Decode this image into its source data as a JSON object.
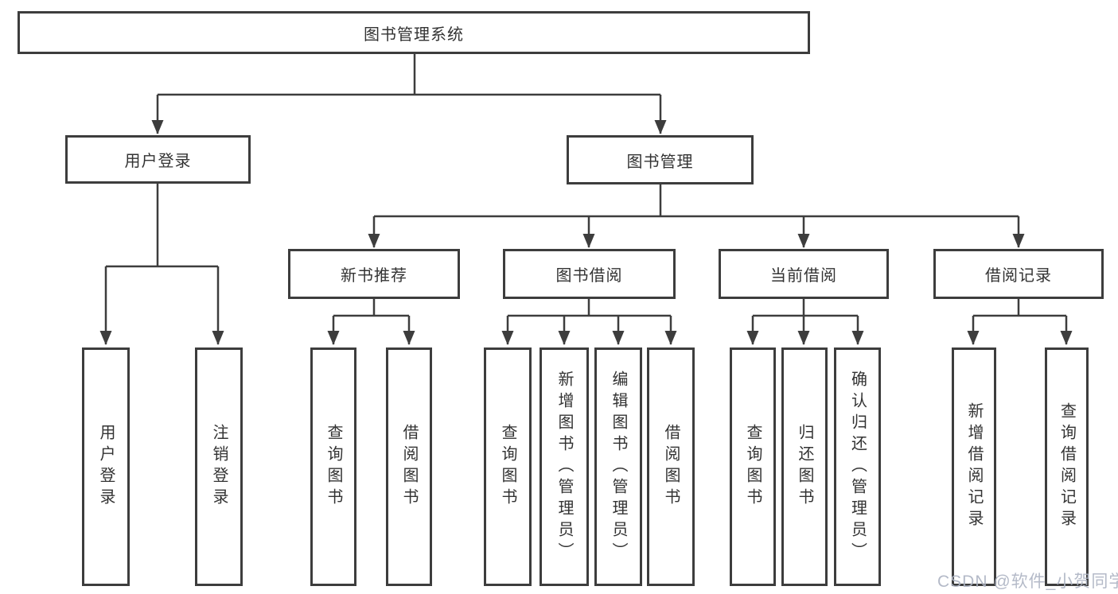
{
  "diagram_type": "hierarchy-tree",
  "colors": {
    "line": "#3d3d3d",
    "border": "#3d3d3d",
    "text": "#333333",
    "background": "#ffffff",
    "watermark": "#acb3c2"
  },
  "nodes": {
    "root": {
      "label": "图书管理系统"
    },
    "user_login": {
      "label": "用户登录"
    },
    "book_mgmt": {
      "label": "图书管理"
    },
    "new_book_rec": {
      "label": "新书推荐"
    },
    "book_borrow": {
      "label": "图书借阅"
    },
    "current_borrow": {
      "label": "当前借阅"
    },
    "borrow_records": {
      "label": "借阅记录"
    },
    "leaf_user_login": {
      "label": "用户登录"
    },
    "leaf_logout": {
      "label": "注销登录"
    },
    "leaf_query_book_1": {
      "label": "查询图书"
    },
    "leaf_borrow_book_1": {
      "label": "借阅图书"
    },
    "leaf_query_book_2": {
      "label": "查询图书"
    },
    "leaf_add_book": {
      "label": "新增图书（管理员）"
    },
    "leaf_edit_book": {
      "label": "编辑图书（管理员）"
    },
    "leaf_borrow_book_2": {
      "label": "借阅图书"
    },
    "leaf_query_book_3": {
      "label": "查询图书"
    },
    "leaf_return_book": {
      "label": "归还图书"
    },
    "leaf_confirm_return": {
      "label": "确认归还（管理员）"
    },
    "leaf_add_record": {
      "label": "新增借阅记录"
    },
    "leaf_query_record": {
      "label": "查询借阅记录"
    }
  },
  "edges": [
    {
      "from": "root",
      "to": "user_login"
    },
    {
      "from": "root",
      "to": "book_mgmt"
    },
    {
      "from": "user_login",
      "to": "leaf_user_login"
    },
    {
      "from": "user_login",
      "to": "leaf_logout"
    },
    {
      "from": "book_mgmt",
      "to": "new_book_rec"
    },
    {
      "from": "book_mgmt",
      "to": "book_borrow"
    },
    {
      "from": "book_mgmt",
      "to": "current_borrow"
    },
    {
      "from": "book_mgmt",
      "to": "borrow_records"
    },
    {
      "from": "new_book_rec",
      "to": "leaf_query_book_1"
    },
    {
      "from": "new_book_rec",
      "to": "leaf_borrow_book_1"
    },
    {
      "from": "book_borrow",
      "to": "leaf_query_book_2"
    },
    {
      "from": "book_borrow",
      "to": "leaf_add_book"
    },
    {
      "from": "book_borrow",
      "to": "leaf_edit_book"
    },
    {
      "from": "book_borrow",
      "to": "leaf_borrow_book_2"
    },
    {
      "from": "current_borrow",
      "to": "leaf_query_book_3"
    },
    {
      "from": "current_borrow",
      "to": "leaf_return_book"
    },
    {
      "from": "current_borrow",
      "to": "leaf_confirm_return"
    },
    {
      "from": "borrow_records",
      "to": "leaf_add_record"
    },
    {
      "from": "borrow_records",
      "to": "leaf_query_record"
    }
  ],
  "watermark": {
    "text": "CSDN @软件_小贺同学"
  }
}
